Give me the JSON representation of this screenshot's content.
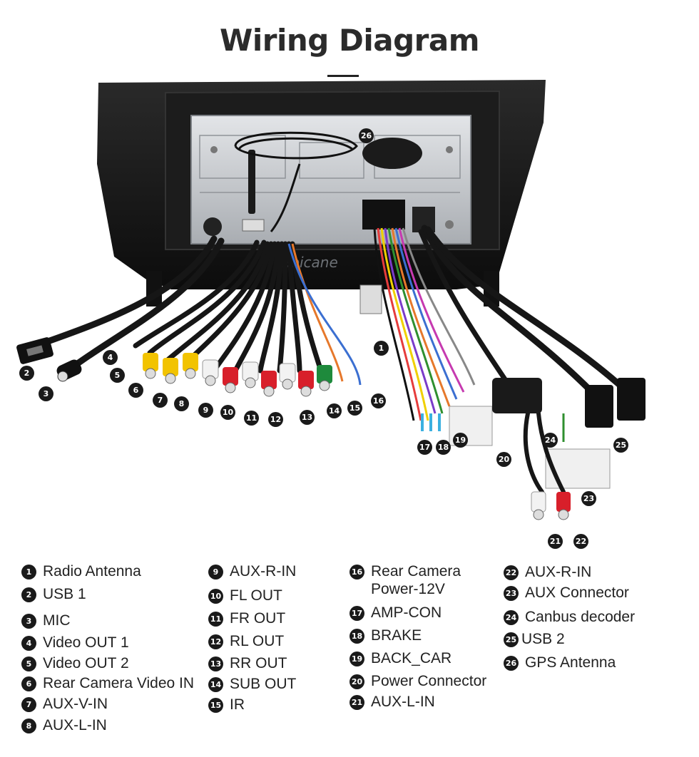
{
  "title": "Wiring Diagram",
  "watermark": "Seicane",
  "badge_text": {
    "n1": "1",
    "n2": "2",
    "n3": "3",
    "n4": "4",
    "n5": "5",
    "n6": "6",
    "n7": "7",
    "n8": "8",
    "n9": "9",
    "n10": "10",
    "n11": "11",
    "n12": "12",
    "n13": "13",
    "n14": "14",
    "n15": "15",
    "n16": "16",
    "n17": "17",
    "n18": "18",
    "n19": "19",
    "n20": "20",
    "n21": "21",
    "n22": "22",
    "n23": "23",
    "n24": "24",
    "n25": "25",
    "n26": "26"
  },
  "legend": {
    "l1": "Radio Antenna",
    "l2": "USB 1",
    "l3": "MIC",
    "l4": "Video OUT 1",
    "l5": "Video OUT 2",
    "l6": "Rear Camera Video IN",
    "l7": "AUX-V-IN",
    "l8": "AUX-L-IN",
    "l9": "AUX-R-IN",
    "l10": "FL OUT",
    "l11": "FR OUT",
    "l12": "RL OUT",
    "l13": "RR OUT",
    "l14": "SUB OUT",
    "l15": "IR",
    "l16": "Rear Camera\nPower-12V",
    "l17": "AMP-CON",
    "l18": "BRAKE",
    "l19": "BACK_CAR",
    "l20": "Power Connector",
    "l21": "AUX-L-IN",
    "l22": "AUX-R-IN",
    "l23": "AUX Connector",
    "l24": "Canbus decoder",
    "l25": "USB 2",
    "l26": "GPS Antenna"
  },
  "colors": {
    "rca_yellow": "#f2c300",
    "rca_red": "#d81f2a",
    "rca_white": "#f2f2f2",
    "rca_green": "#1e8a3c",
    "frame": "#141414",
    "chassis": "#c9ccd0"
  }
}
